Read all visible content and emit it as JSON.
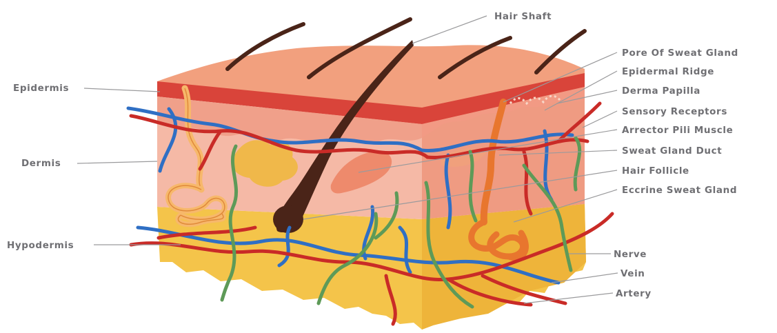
{
  "diagram": {
    "labels": {
      "epidermis": "Epidermis",
      "dermis": "Dermis",
      "hypodermis": "Hypodermis",
      "hair_shaft": "Hair Shaft",
      "pore_of_sweat_gland": "Pore Of Sweat Gland",
      "epidermal_ridge": "Epidermal Ridge",
      "derma_papilla": "Derma Papilla",
      "sensory_receptors": "Sensory Receptors",
      "arrector_pili_muscle": "Arrector Pili Muscle",
      "sweat_gland_duct": "Sweat Gland Duct",
      "hair_follicle": "Hair Follicle",
      "eccrine_sweat_gland": "Eccrine Sweat Gland",
      "nerve": "Nerve",
      "vein": "Vein",
      "artery": "Artery"
    },
    "colors": {
      "epidermis_top": "#f2a07e",
      "epidermis_band": "#d9443a",
      "dermis": "#f5b9a6",
      "dermis_side": "#ef9b82",
      "hypodermis": "#f4c44a",
      "hair": "#4a2418",
      "sweat_gland": "#e8762e",
      "gland_left": "#f7b86b",
      "muscle": "#ee8a6c",
      "nerve": "#5e9a58",
      "vein": "#2f6fc4",
      "artery": "#c92b27",
      "label_text": "#6f6f73"
    }
  }
}
